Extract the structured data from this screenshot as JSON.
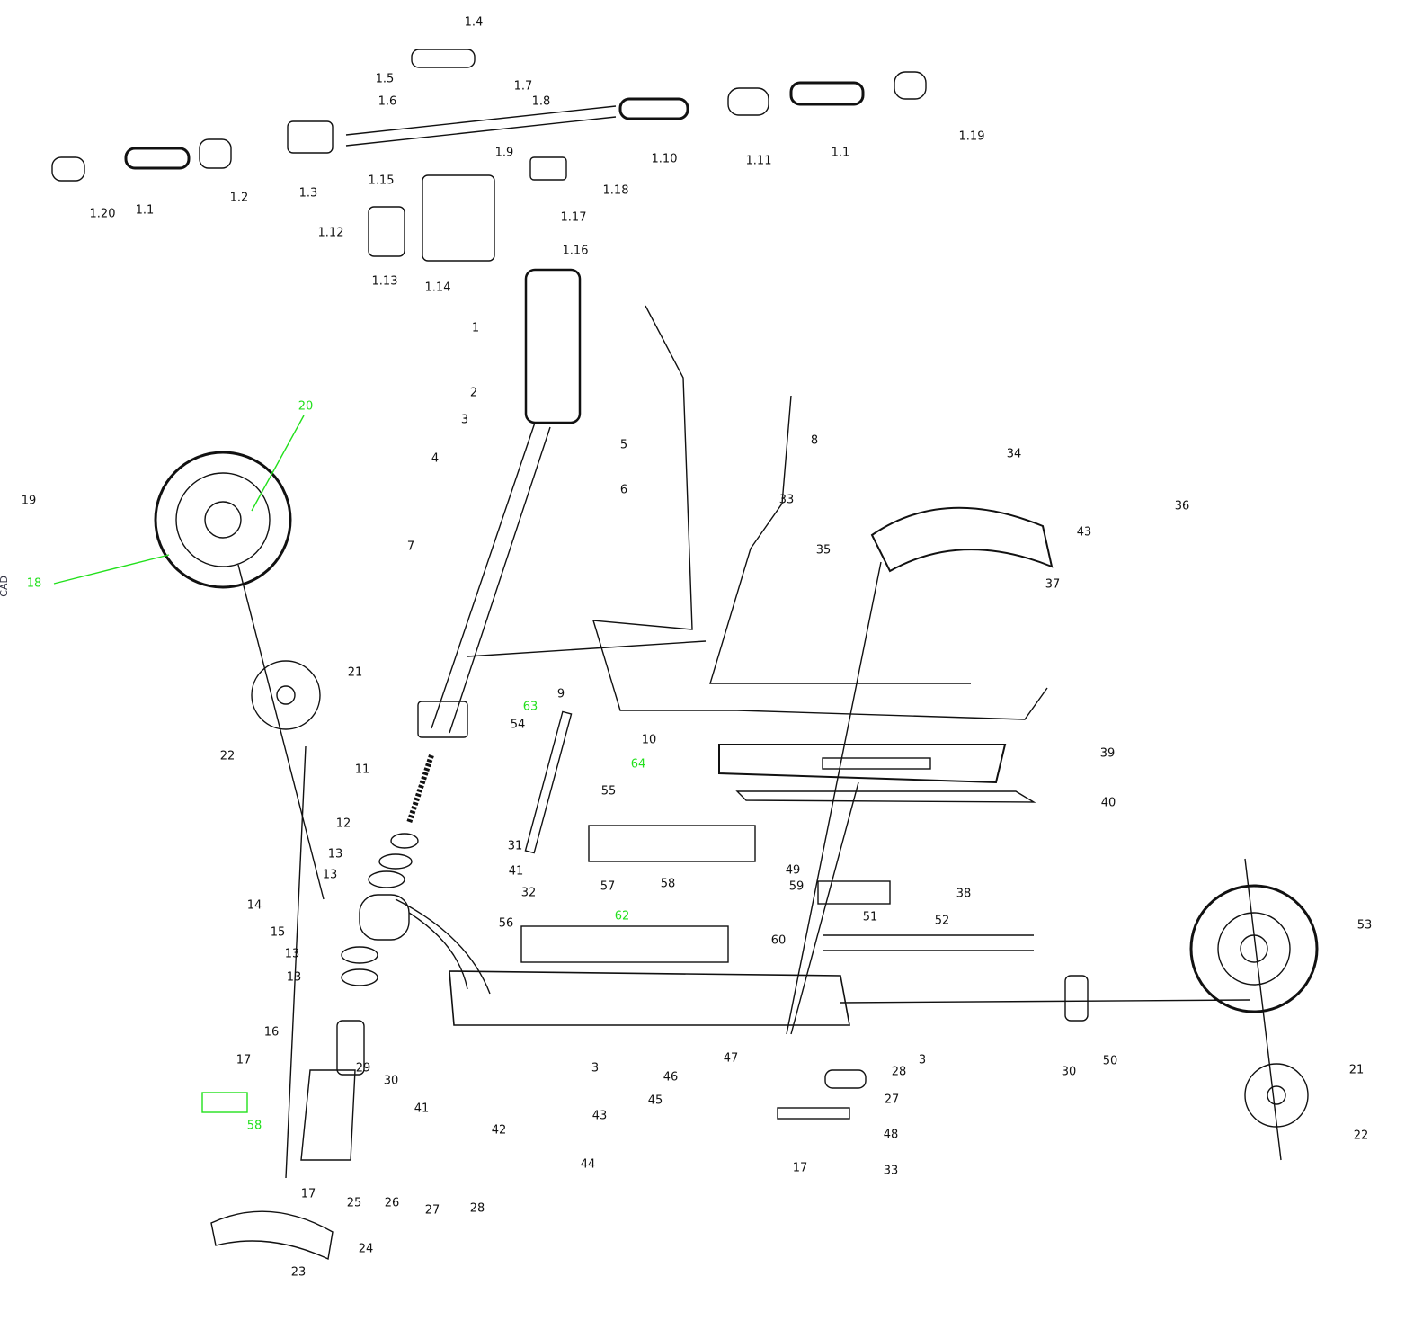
{
  "title": "Electric scooter exploded parts diagram",
  "edge_text": "CAD",
  "colors": {
    "line": "#111111",
    "highlight": "#22e01c"
  },
  "labels": [
    "1.4",
    "1.5",
    "1.6",
    "1.7",
    "1.8",
    "1.9",
    "1.10",
    "1.11",
    "1.1",
    "1.19",
    "1.20",
    "1.1",
    "1.2",
    "1.3",
    "1.15",
    "1.18",
    "1.17",
    "1.12",
    "1.16",
    "1.13",
    "1.14",
    "1",
    "2",
    "3",
    "4",
    "5",
    "6",
    "7",
    "8",
    "20",
    "19",
    "18",
    "21",
    "22",
    "11",
    "63",
    "9",
    "54",
    "10",
    "64",
    "55",
    "12",
    "13",
    "13",
    "31",
    "41",
    "32",
    "14",
    "15",
    "56",
    "57",
    "58",
    "62",
    "59",
    "13",
    "13",
    "60",
    "16",
    "29",
    "30",
    "3",
    "46",
    "47",
    "45",
    "43",
    "17",
    "58",
    "41",
    "42",
    "44",
    "17",
    "25",
    "26",
    "27",
    "28",
    "24",
    "23",
    "34",
    "33",
    "36",
    "43",
    "35",
    "37",
    "39",
    "40",
    "49",
    "38",
    "51",
    "52",
    "53",
    "3",
    "28",
    "27",
    "30",
    "50",
    "21",
    "48",
    "17",
    "33",
    "22"
  ]
}
